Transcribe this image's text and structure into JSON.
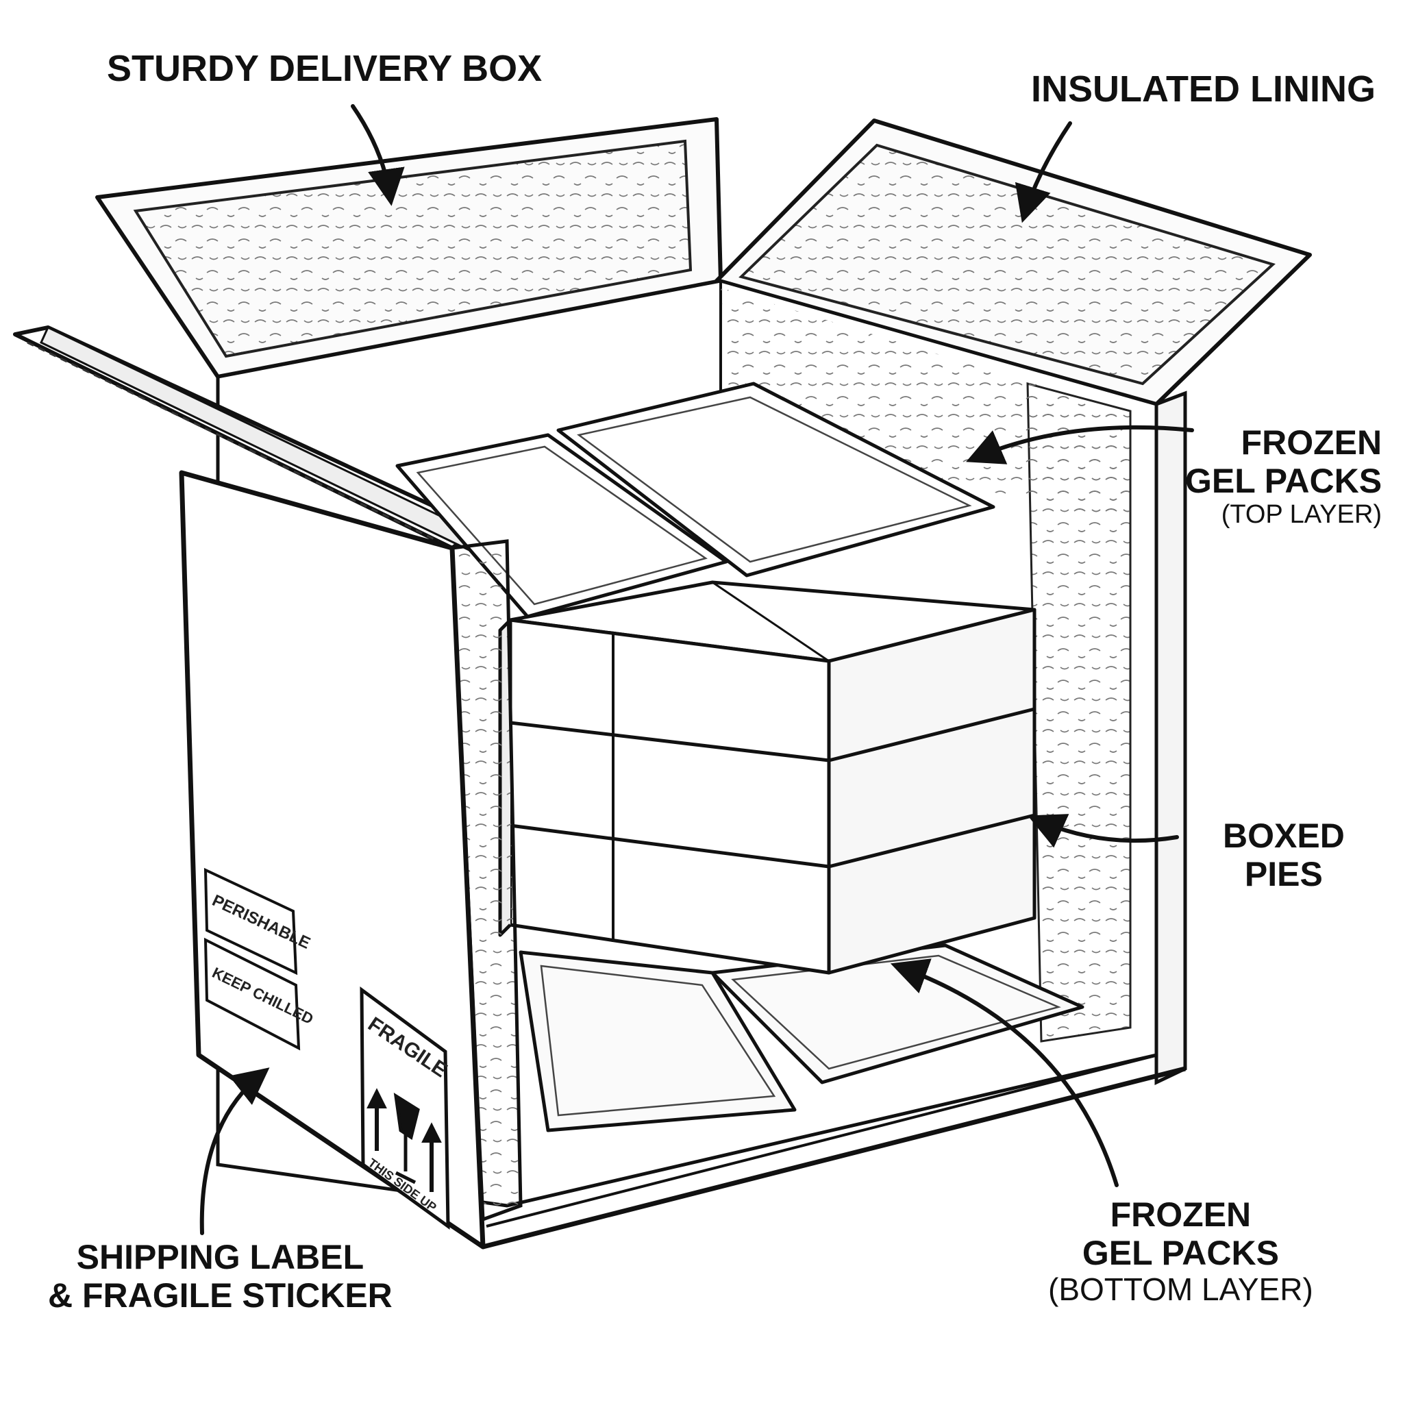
{
  "callouts": {
    "delivery_box": "STURDY DELIVERY BOX",
    "insulated_lining": "INSULATED LINING",
    "gel_packs_top": {
      "line1": "FROZEN",
      "line2": "GEL PACKS",
      "line3": "(TOP LAYER)"
    },
    "boxed_pies": {
      "line1": "BOXED",
      "line2": "PIES"
    },
    "gel_packs_bottom": {
      "line1": "FROZEN",
      "line2": "GEL PACKS",
      "line3": "(BOTTOM LAYER)"
    },
    "shipping_label": {
      "line1": "SHIPPING LABEL",
      "line2": "& FRAGILE STICKER"
    }
  },
  "stickers": {
    "perishable": "PERISHABLE",
    "keep_chilled": "KEEP CHILLED",
    "fragile": "FRAGILE",
    "this_side_up": "THIS SIDE UP"
  }
}
